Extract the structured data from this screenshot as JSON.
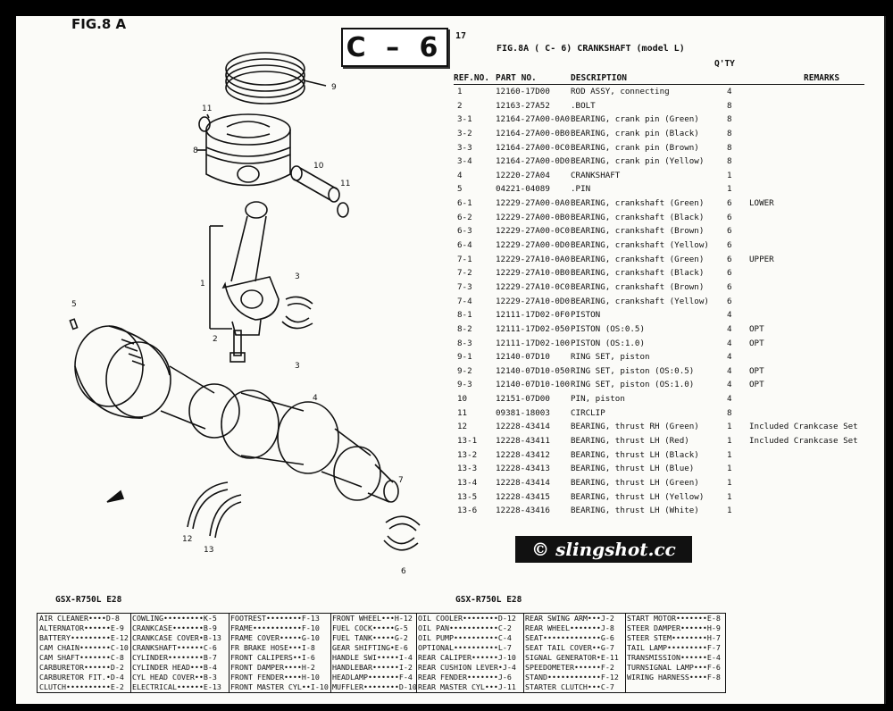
{
  "fig_label": "FIG.8 A",
  "section_code": "C – 6",
  "page_number": "17",
  "fig_title": "FIG.8A (  C- 6) CRANKSHAFT (model L)",
  "header": {
    "ref": "REF.NO.",
    "part": "PART NO.",
    "desc": "DESCRIPTION",
    "qty": "Q'TY",
    "remarks": "REMARKS"
  },
  "parts": [
    {
      "ref": "1",
      "part": "12160-17D00",
      "desc": "ROD ASSY, connecting",
      "qty": "4",
      "rem": ""
    },
    {
      "ref": "2",
      "part": "12163-27A52",
      "desc": ".BOLT",
      "qty": "8",
      "rem": ""
    },
    {
      "ref": "3-1",
      "part": "12164-27A00-0A0",
      "desc": "BEARING, crank pin (Green)",
      "qty": "8",
      "rem": ""
    },
    {
      "ref": "3-2",
      "part": "12164-27A00-0B0",
      "desc": "BEARING, crank pin (Black)",
      "qty": "8",
      "rem": ""
    },
    {
      "ref": "3-3",
      "part": "12164-27A00-0C0",
      "desc": "BEARING, crank pin (Brown)",
      "qty": "8",
      "rem": ""
    },
    {
      "ref": "3-4",
      "part": "12164-27A00-0D0",
      "desc": "BEARING, crank pin (Yellow)",
      "qty": "8",
      "rem": ""
    },
    {
      "ref": "4",
      "part": "12220-27A04",
      "desc": "CRANKSHAFT",
      "qty": "1",
      "rem": ""
    },
    {
      "ref": "5",
      "part": "04221-04089",
      "desc": ".PIN",
      "qty": "1",
      "rem": ""
    },
    {
      "ref": "6-1",
      "part": "12229-27A00-0A0",
      "desc": "BEARING, crankshaft (Green)",
      "qty": "6",
      "rem": "LOWER"
    },
    {
      "ref": "6-2",
      "part": "12229-27A00-0B0",
      "desc": "BEARING, crankshaft (Black)",
      "qty": "6",
      "rem": ""
    },
    {
      "ref": "6-3",
      "part": "12229-27A00-0C0",
      "desc": "BEARING, crankshaft (Brown)",
      "qty": "6",
      "rem": ""
    },
    {
      "ref": "6-4",
      "part": "12229-27A00-0D0",
      "desc": "BEARING, crankshaft (Yellow)",
      "qty": "6",
      "rem": ""
    },
    {
      "ref": "7-1",
      "part": "12229-27A10-0A0",
      "desc": "BEARING, crankshaft (Green)",
      "qty": "6",
      "rem": "UPPER"
    },
    {
      "ref": "7-2",
      "part": "12229-27A10-0B0",
      "desc": "BEARING, crankshaft (Black)",
      "qty": "6",
      "rem": ""
    },
    {
      "ref": "7-3",
      "part": "12229-27A10-0C0",
      "desc": "BEARING, crankshaft (Brown)",
      "qty": "6",
      "rem": ""
    },
    {
      "ref": "7-4",
      "part": "12229-27A10-0D0",
      "desc": "BEARING, crankshaft (Yellow)",
      "qty": "6",
      "rem": ""
    },
    {
      "ref": "8-1",
      "part": "12111-17D02-0F0",
      "desc": "PISTON",
      "qty": "4",
      "rem": ""
    },
    {
      "ref": "8-2",
      "part": "12111-17D02-050",
      "desc": "PISTON (OS:0.5)",
      "qty": "4",
      "rem": "OPT"
    },
    {
      "ref": "8-3",
      "part": "12111-17D02-100",
      "desc": "PISTON (OS:1.0)",
      "qty": "4",
      "rem": "OPT"
    },
    {
      "ref": "9-1",
      "part": "12140-07D10",
      "desc": "RING SET, piston",
      "qty": "4",
      "rem": ""
    },
    {
      "ref": "9-2",
      "part": "12140-07D10-050",
      "desc": "RING SET, piston (OS:0.5)",
      "qty": "4",
      "rem": "OPT"
    },
    {
      "ref": "9-3",
      "part": "12140-07D10-100",
      "desc": "RING SET, piston (OS:1.0)",
      "qty": "4",
      "rem": "OPT"
    },
    {
      "ref": "10",
      "part": "12151-07D00",
      "desc": "PIN, piston",
      "qty": "4",
      "rem": ""
    },
    {
      "ref": "11",
      "part": "09381-18003",
      "desc": "CIRCLIP",
      "qty": "8",
      "rem": ""
    },
    {
      "ref": "12",
      "part": "12228-43414",
      "desc": "BEARING, thrust RH (Green)",
      "qty": "1",
      "rem": "Included Crankcase Set"
    },
    {
      "ref": "13-1",
      "part": "12228-43411",
      "desc": "BEARING, thrust LH (Red)",
      "qty": "1",
      "rem": "Included Crankcase Set"
    },
    {
      "ref": "13-2",
      "part": "12228-43412",
      "desc": "BEARING, thrust LH (Black)",
      "qty": "1",
      "rem": ""
    },
    {
      "ref": "13-3",
      "part": "12228-43413",
      "desc": "BEARING, thrust LH (Blue)",
      "qty": "1",
      "rem": ""
    },
    {
      "ref": "13-4",
      "part": "12228-43414",
      "desc": "BEARING, thrust LH (Green)",
      "qty": "1",
      "rem": ""
    },
    {
      "ref": "13-5",
      "part": "12228-43415",
      "desc": "BEARING, thrust LH (Yellow)",
      "qty": "1",
      "rem": ""
    },
    {
      "ref": "13-6",
      "part": "12228-43416",
      "desc": "BEARING, thrust LH (White)",
      "qty": "1",
      "rem": ""
    }
  ],
  "callouts": [
    "1",
    "2",
    "3",
    "3",
    "4",
    "5",
    "6",
    "7",
    "8",
    "9",
    "10",
    "11",
    "11",
    "12",
    "13"
  ],
  "watermark": "© slingshot.cc",
  "model_left": "GSX-R750L  E28",
  "model_right": "GSX-R750L  E28",
  "index": [
    [
      "AIR CLEANER••••D-8",
      "ALTERNATOR••••••E-9",
      "BATTERY•••••••••E-12",
      "CAM CHAIN•••••••C-10",
      "CAM SHAFT•••••••C-8",
      "CARBURETOR••••••D-2",
      "CARBURETOR FIT.•D-4",
      "CLUTCH••••••••••E-2"
    ],
    [
      "COWLING•••••••••K-5",
      "CRANKCASE•••••••B-9",
      "CRANKCASE COVER•B-13",
      "CRANKSHAFT••••••C-6",
      "CYLINDER••••••••B-7",
      "CYLINDER HEAD•••B-4",
      "CYL HEAD COVER••B-3",
      "ELECTRICAL••••••E-13"
    ],
    [
      "FOOTREST••••••••F-13",
      "FRAME•••••••••••F-10",
      "FRAME COVER•••••G-10",
      "FR BRAKE HOSE•••I-8",
      "FRONT CALIPERS••I-6",
      "FRONT DAMPER••••H-2",
      "FRONT FENDER••••H-10",
      "FRONT MASTER CYL••I-10"
    ],
    [
      "FRONT WHEEL•••H-12",
      "FUEL COCK•••••G-5",
      "FUEL TANK•••••G-2",
      "GEAR SHIFTING•E-6",
      "HANDLE SWI•••••I-4",
      "HANDLEBAR••••••I-2",
      "HEADLAMP•••••••F-4",
      "MUFFLER••••••••D-10"
    ],
    [
      "OIL COOLER••••••••D-12",
      "OIL PAN•••••••••••C-2",
      "OIL PUMP••••••••••C-4",
      "OPTIONAL••••••••••L-7",
      "REAR CALIPER••••••J-10",
      "REAR CUSHION LEVER•J-4",
      "REAR FENDER•••••••J-6",
      "REAR MASTER CYL•••J-11"
    ],
    [
      "REAR SWING ARM•••J-2",
      "REAR WHEEL•••••••J-8",
      "SEAT•••••••••••••G-6",
      "SEAT TAIL COVER••G-7",
      "SIGNAL GENERATOR•E-11",
      "SPEEDOMETER••••••F-2",
      "STAND••••••••••••F-12",
      "STARTER CLUTCH•••C-7"
    ],
    [
      "START MOTOR•••••••E-8",
      "STEER DAMPER••••••H-9",
      "STEER STEM••••••••H-7",
      "TAIL LAMP•••••••••F-7",
      "TRANSMISSION••••••E-4",
      "TURNSIGNAL LAMP•••F-6",
      "WIRING HARNESS••••F-8",
      ""
    ]
  ]
}
